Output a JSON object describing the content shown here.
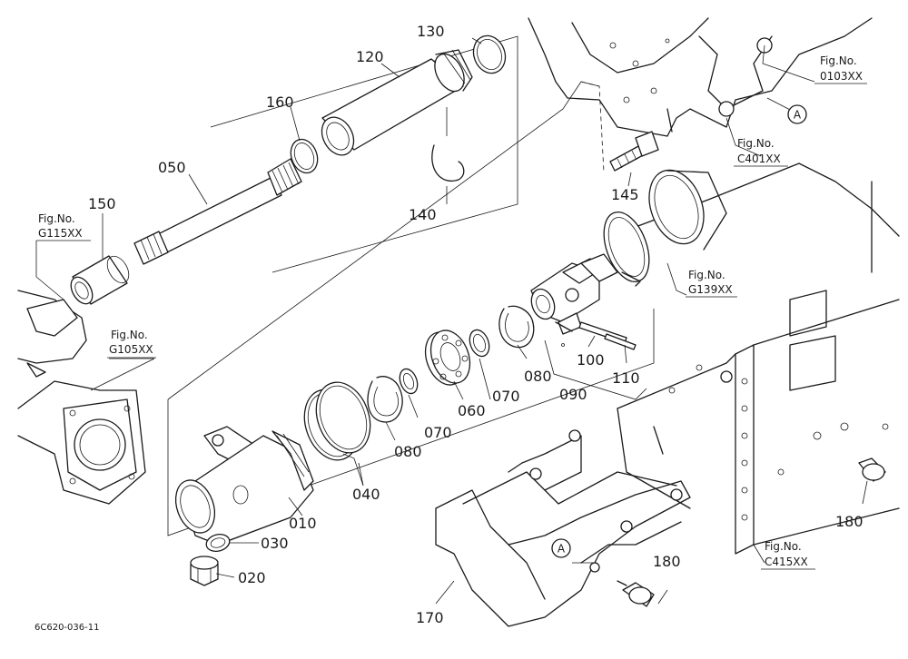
{
  "parts": [
    {
      "id": "p010",
      "number": "010"
    },
    {
      "id": "p020",
      "number": "020"
    },
    {
      "id": "p030",
      "number": "030"
    },
    {
      "id": "p040",
      "number": "040"
    },
    {
      "id": "p050",
      "number": "050"
    },
    {
      "id": "p060",
      "number": "060"
    },
    {
      "id": "p070a",
      "number": "070"
    },
    {
      "id": "p070b",
      "number": "070"
    },
    {
      "id": "p080a",
      "number": "080"
    },
    {
      "id": "p080b",
      "number": "080"
    },
    {
      "id": "p090",
      "number": "090"
    },
    {
      "id": "p100",
      "number": "100"
    },
    {
      "id": "p110",
      "number": "110"
    },
    {
      "id": "p120",
      "number": "120"
    },
    {
      "id": "p130",
      "number": "130"
    },
    {
      "id": "p140",
      "number": "140"
    },
    {
      "id": "p145",
      "number": "145"
    },
    {
      "id": "p150",
      "number": "150"
    },
    {
      "id": "p160",
      "number": "160"
    },
    {
      "id": "p170",
      "number": "170"
    },
    {
      "id": "p180a",
      "number": "180"
    },
    {
      "id": "p180b",
      "number": "180"
    }
  ],
  "figure_refs": [
    {
      "id": "g115",
      "prefix": "Fig.No.",
      "code": "G115XX"
    },
    {
      "id": "g105",
      "prefix": "Fig.No.",
      "code": "G105XX"
    },
    {
      "id": "f0103",
      "prefix": "Fig.No.",
      "code": "0103XX"
    },
    {
      "id": "c401",
      "prefix": "Fig.No.",
      "code": "C401XX"
    },
    {
      "id": "g139",
      "prefix": "Fig.No.",
      "code": "G139XX"
    },
    {
      "id": "c415",
      "prefix": "Fig.No.",
      "code": "C415XX"
    }
  ],
  "reference_marks": [
    {
      "id": "a1",
      "letter": "A"
    },
    {
      "id": "a2",
      "letter": "A"
    }
  ],
  "drawing_code": "6C620-036-11"
}
